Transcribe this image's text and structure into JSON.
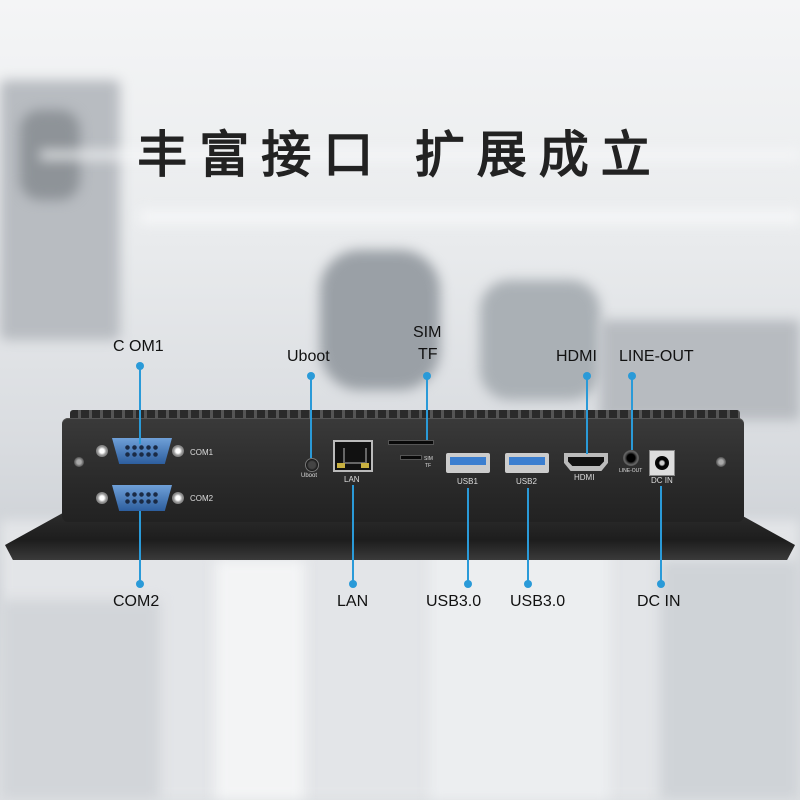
{
  "title": "丰富接口  扩展成立",
  "colors": {
    "accent": "#2a9ad8",
    "title": "#222222",
    "device": "#2a2a2a"
  },
  "device": {
    "port_labels": {
      "com1": "COM1",
      "com2": "COM2",
      "uboot": "Uboot",
      "lan": "LAN",
      "sim": "SIM",
      "tf": "TF",
      "usb1": "USB1",
      "usb2": "USB2",
      "hdmi": "HDMI",
      "lineout": "LINE-OUT",
      "dcin": "DC IN"
    }
  },
  "callouts": {
    "com1": "C OM1",
    "uboot": "Uboot",
    "sim": "SIM",
    "tf": "TF",
    "hdmi": "HDMI",
    "lineout": "LINE-OUT",
    "com2": "COM2",
    "lan": "LAN",
    "usb1": "USB3.0",
    "usb2": "USB3.0",
    "dcin": "DC IN"
  }
}
